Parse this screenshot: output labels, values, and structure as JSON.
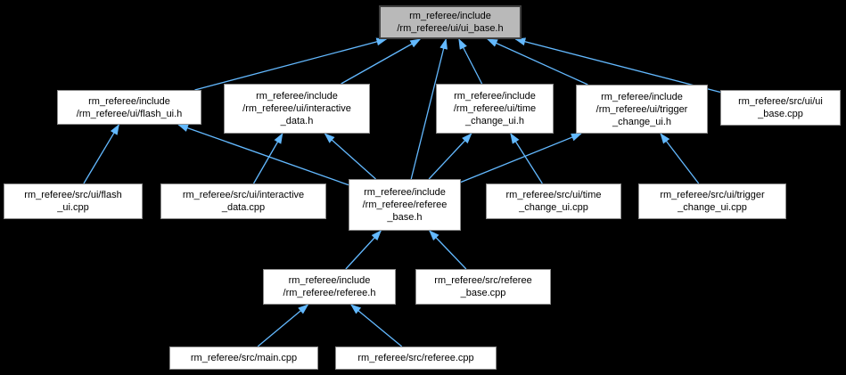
{
  "diagram": {
    "kind": "include-dependency-graph",
    "root_file": "rm_referee/include/rm_referee/ui/ui_base.h"
  },
  "colors": {
    "background": "#000000",
    "edge": "#63b9ff",
    "node_fill": "#ffffff",
    "node_border": "#8c8c8c",
    "root_fill": "#b9b9b9",
    "root_border": "#404040",
    "text": "#000000"
  },
  "nodes": {
    "ui_base_h": {
      "label": "rm_referee/include\n/rm_referee/ui/ui_base.h"
    },
    "flash_h": {
      "label": "rm_referee/include\n/rm_referee/ui/flash_ui.h"
    },
    "interactive_h": {
      "label": "rm_referee/include\n/rm_referee/ui/interactive\n_data.h"
    },
    "time_h": {
      "label": "rm_referee/include\n/rm_referee/ui/time\n_change_ui.h"
    },
    "trigger_h": {
      "label": "rm_referee/include\n/rm_referee/ui/trigger\n_change_ui.h"
    },
    "ui_base_cpp": {
      "label": "rm_referee/src/ui/ui\n_base.cpp"
    },
    "flash_cpp": {
      "label": "rm_referee/src/ui/flash\n_ui.cpp"
    },
    "interactive_cpp": {
      "label": "rm_referee/src/ui/interactive\n_data.cpp"
    },
    "referee_base_h": {
      "label": "rm_referee/include\n/rm_referee/referee\n_base.h"
    },
    "time_cpp": {
      "label": "rm_referee/src/ui/time\n_change_ui.cpp"
    },
    "trigger_cpp": {
      "label": "rm_referee/src/ui/trigger\n_change_ui.cpp"
    },
    "referee_h": {
      "label": "rm_referee/include\n/rm_referee/referee.h"
    },
    "referee_base_cpp": {
      "label": "rm_referee/src/referee\n_base.cpp"
    },
    "main_cpp": {
      "label": "rm_referee/src/main.cpp"
    },
    "referee_cpp": {
      "label": "rm_referee/src/referee.cpp"
    }
  },
  "edges": [
    {
      "from": "flash_h",
      "to": "ui_base_h"
    },
    {
      "from": "interactive_h",
      "to": "ui_base_h"
    },
    {
      "from": "time_h",
      "to": "ui_base_h"
    },
    {
      "from": "trigger_h",
      "to": "ui_base_h"
    },
    {
      "from": "ui_base_cpp",
      "to": "ui_base_h"
    },
    {
      "from": "referee_base_h",
      "to": "ui_base_h"
    },
    {
      "from": "flash_cpp",
      "to": "flash_h"
    },
    {
      "from": "referee_base_h",
      "to": "flash_h"
    },
    {
      "from": "interactive_cpp",
      "to": "interactive_h"
    },
    {
      "from": "referee_base_h",
      "to": "interactive_h"
    },
    {
      "from": "time_cpp",
      "to": "time_h"
    },
    {
      "from": "referee_base_h",
      "to": "time_h"
    },
    {
      "from": "trigger_cpp",
      "to": "trigger_h"
    },
    {
      "from": "referee_base_h",
      "to": "trigger_h"
    },
    {
      "from": "referee_h",
      "to": "referee_base_h"
    },
    {
      "from": "referee_base_cpp",
      "to": "referee_base_h"
    },
    {
      "from": "main_cpp",
      "to": "referee_h"
    },
    {
      "from": "referee_cpp",
      "to": "referee_h"
    }
  ]
}
